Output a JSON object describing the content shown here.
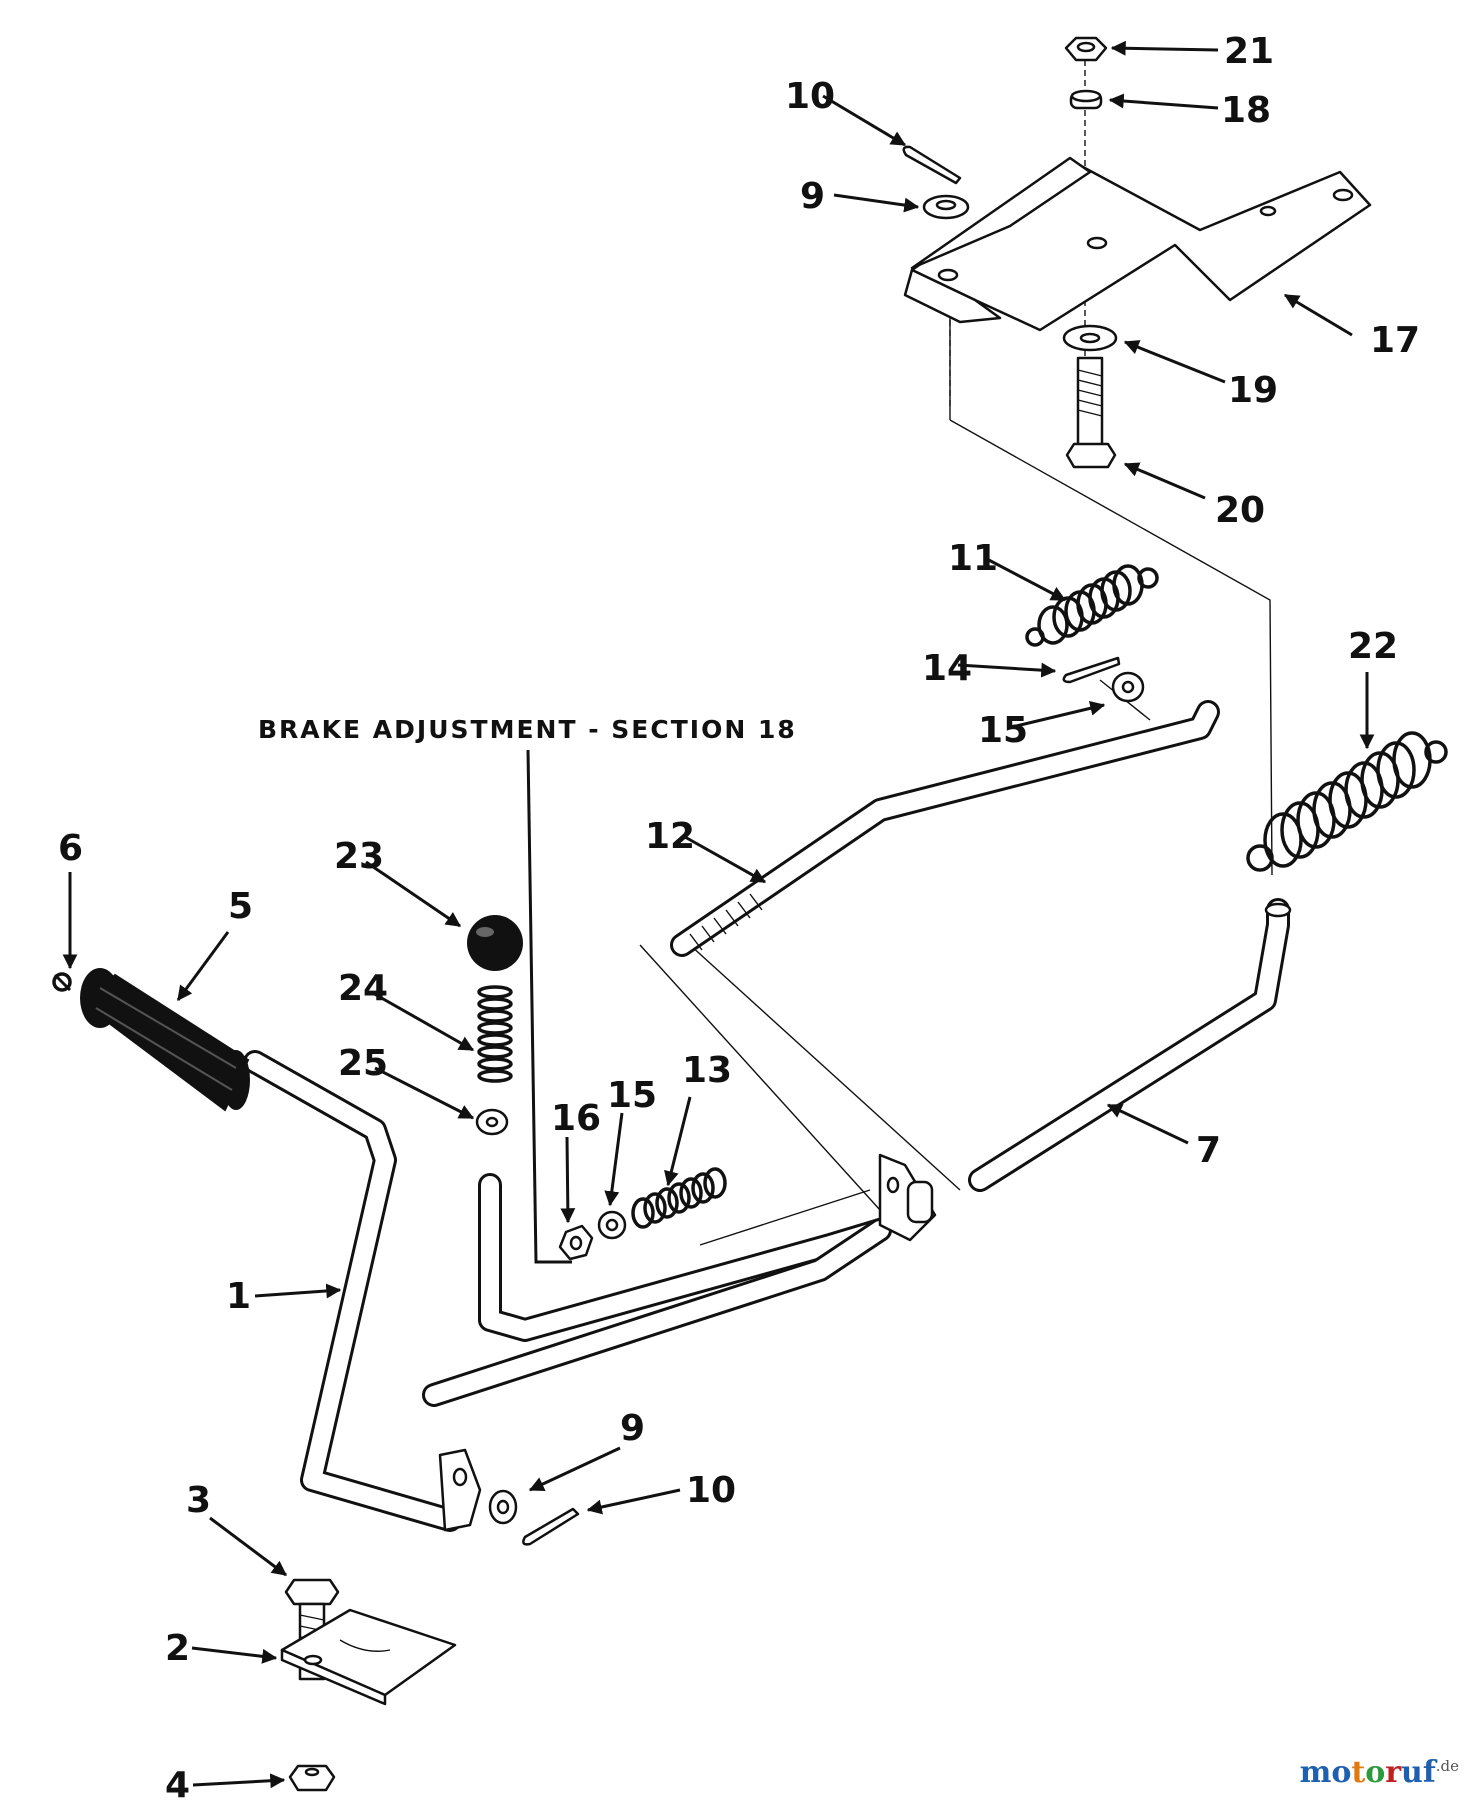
{
  "diagram": {
    "caption": "BRAKE ADJUSTMENT - SECTION 18",
    "labels": [
      {
        "id": "lbl-10-top",
        "text": "10"
      },
      {
        "id": "lbl-9-top",
        "text": "9"
      },
      {
        "id": "lbl-21",
        "text": "21"
      },
      {
        "id": "lbl-18",
        "text": "18"
      },
      {
        "id": "lbl-17",
        "text": "17"
      },
      {
        "id": "lbl-19",
        "text": "19"
      },
      {
        "id": "lbl-20",
        "text": "20"
      },
      {
        "id": "lbl-11",
        "text": "11"
      },
      {
        "id": "lbl-14",
        "text": "14"
      },
      {
        "id": "lbl-15-top",
        "text": "15"
      },
      {
        "id": "lbl-22",
        "text": "22"
      },
      {
        "id": "lbl-12",
        "text": "12"
      },
      {
        "id": "lbl-23",
        "text": "23"
      },
      {
        "id": "lbl-24",
        "text": "24"
      },
      {
        "id": "lbl-25",
        "text": "25"
      },
      {
        "id": "lbl-6",
        "text": "6"
      },
      {
        "id": "lbl-5",
        "text": "5"
      },
      {
        "id": "lbl-16",
        "text": "16"
      },
      {
        "id": "lbl-15-mid",
        "text": "15"
      },
      {
        "id": "lbl-13",
        "text": "13"
      },
      {
        "id": "lbl-7",
        "text": "7"
      },
      {
        "id": "lbl-1",
        "text": "1"
      },
      {
        "id": "lbl-9-bottom",
        "text": "9"
      },
      {
        "id": "lbl-10-bottom",
        "text": "10"
      },
      {
        "id": "lbl-3",
        "text": "3"
      },
      {
        "id": "lbl-2",
        "text": "2"
      },
      {
        "id": "lbl-4",
        "text": "4"
      }
    ]
  },
  "watermark": {
    "brand": "motoruf",
    "suffix": ".de"
  },
  "colors": {
    "ink": "#111111",
    "paper": "#ffffff",
    "wm_blue": "#1f5fb0",
    "wm_orange": "#e07a10",
    "wm_green": "#2a9a3a",
    "wm_red": "#c02020"
  }
}
